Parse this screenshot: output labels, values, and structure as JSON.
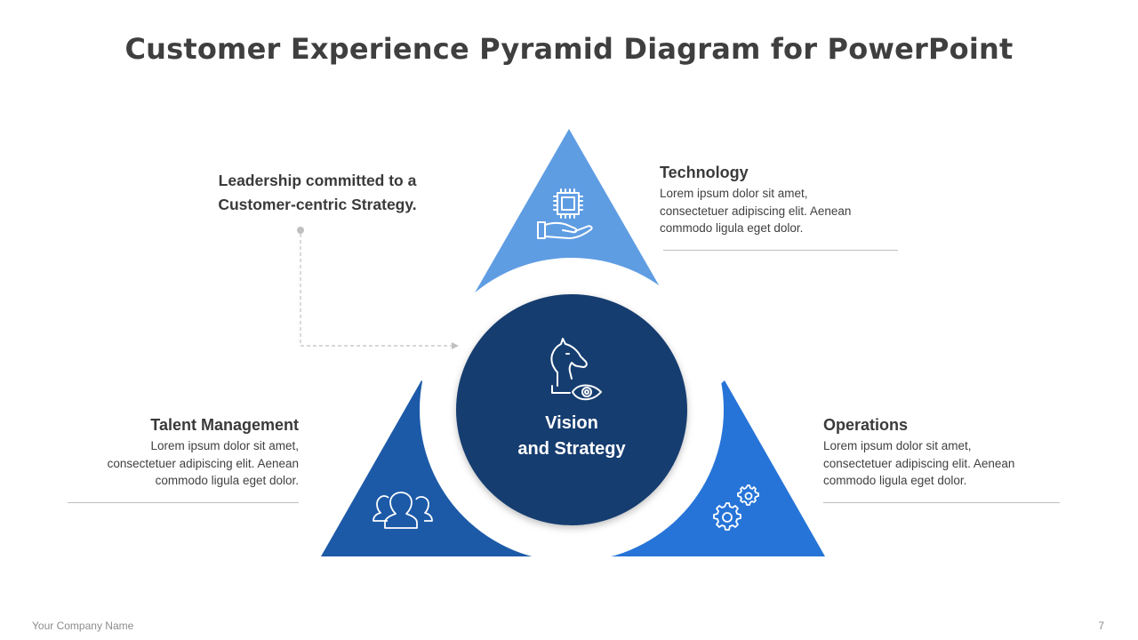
{
  "title": "Customer Experience Pyramid Diagram for PowerPoint",
  "center": {
    "line1": "Vision",
    "line2": "and Strategy",
    "icon": "chess-knight-eye-icon",
    "color": "#153d6f"
  },
  "callout": {
    "line1": "Leadership  committed  to a",
    "line2": "Customer-centric  Strategy."
  },
  "segments": [
    {
      "id": "technology",
      "heading": "Technology",
      "lines": [
        "Lorem  ipsum  dolor  sit amet,",
        "consectetuer  adipiscing elit. Aenean",
        "commodo  ligula eget dolor."
      ],
      "icon": "chip-in-hand-icon",
      "color": "#5f9de3"
    },
    {
      "id": "talent-management",
      "heading": "Talent  Management",
      "lines": [
        "Lorem  ipsum  dolor  sit amet,",
        "consectetuer  adipiscing elit. Aenean",
        "commodo  ligula eget dolor."
      ],
      "icon": "people-group-icon",
      "color": "#1c5aa8"
    },
    {
      "id": "operations",
      "heading": "Operations",
      "lines": [
        "Lorem  ipsum  dolor  sit amet,",
        "consectetuer  adipiscing elit. Aenean",
        "commodo  ligula eget dolor."
      ],
      "icon": "gears-icon",
      "color": "#2674d8"
    }
  ],
  "footer": {
    "company": "Your Company  Name",
    "page": "7"
  }
}
